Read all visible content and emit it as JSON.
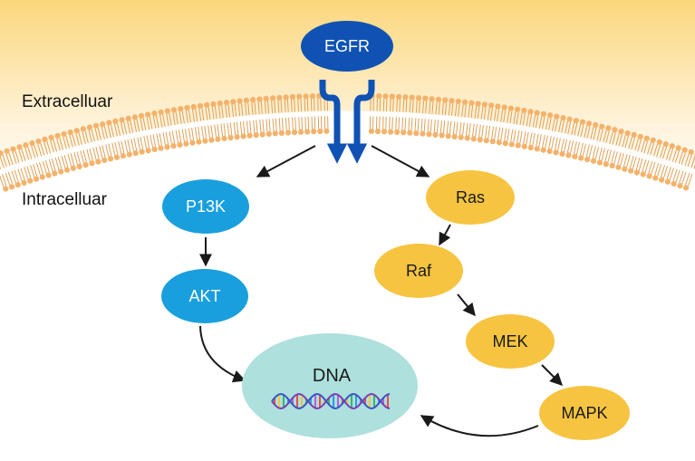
{
  "regions": {
    "extracellular": "Extracelluar",
    "intracellular": "Intracelluar"
  },
  "receptor": {
    "label": "EGFR",
    "color": "#0f52b4"
  },
  "pi3k_pathway": [
    {
      "label": "P13K",
      "color": "#199fdd"
    },
    {
      "label": "AKT",
      "color": "#199fdd"
    }
  ],
  "mapk_pathway": [
    {
      "label": "Ras",
      "color": "#f6c441"
    },
    {
      "label": "Raf",
      "color": "#f6c441"
    },
    {
      "label": "MEK",
      "color": "#f6c441"
    },
    {
      "label": "MAPK",
      "color": "#f6c441"
    }
  ],
  "nucleus": {
    "label": "DNA",
    "color": "#aee0dd"
  },
  "colors": {
    "extracellular_top": "#fbd77c",
    "membrane_head": "#f4b26b",
    "membrane_tail": "#e0a057",
    "arrow": "#1a1a1a"
  }
}
